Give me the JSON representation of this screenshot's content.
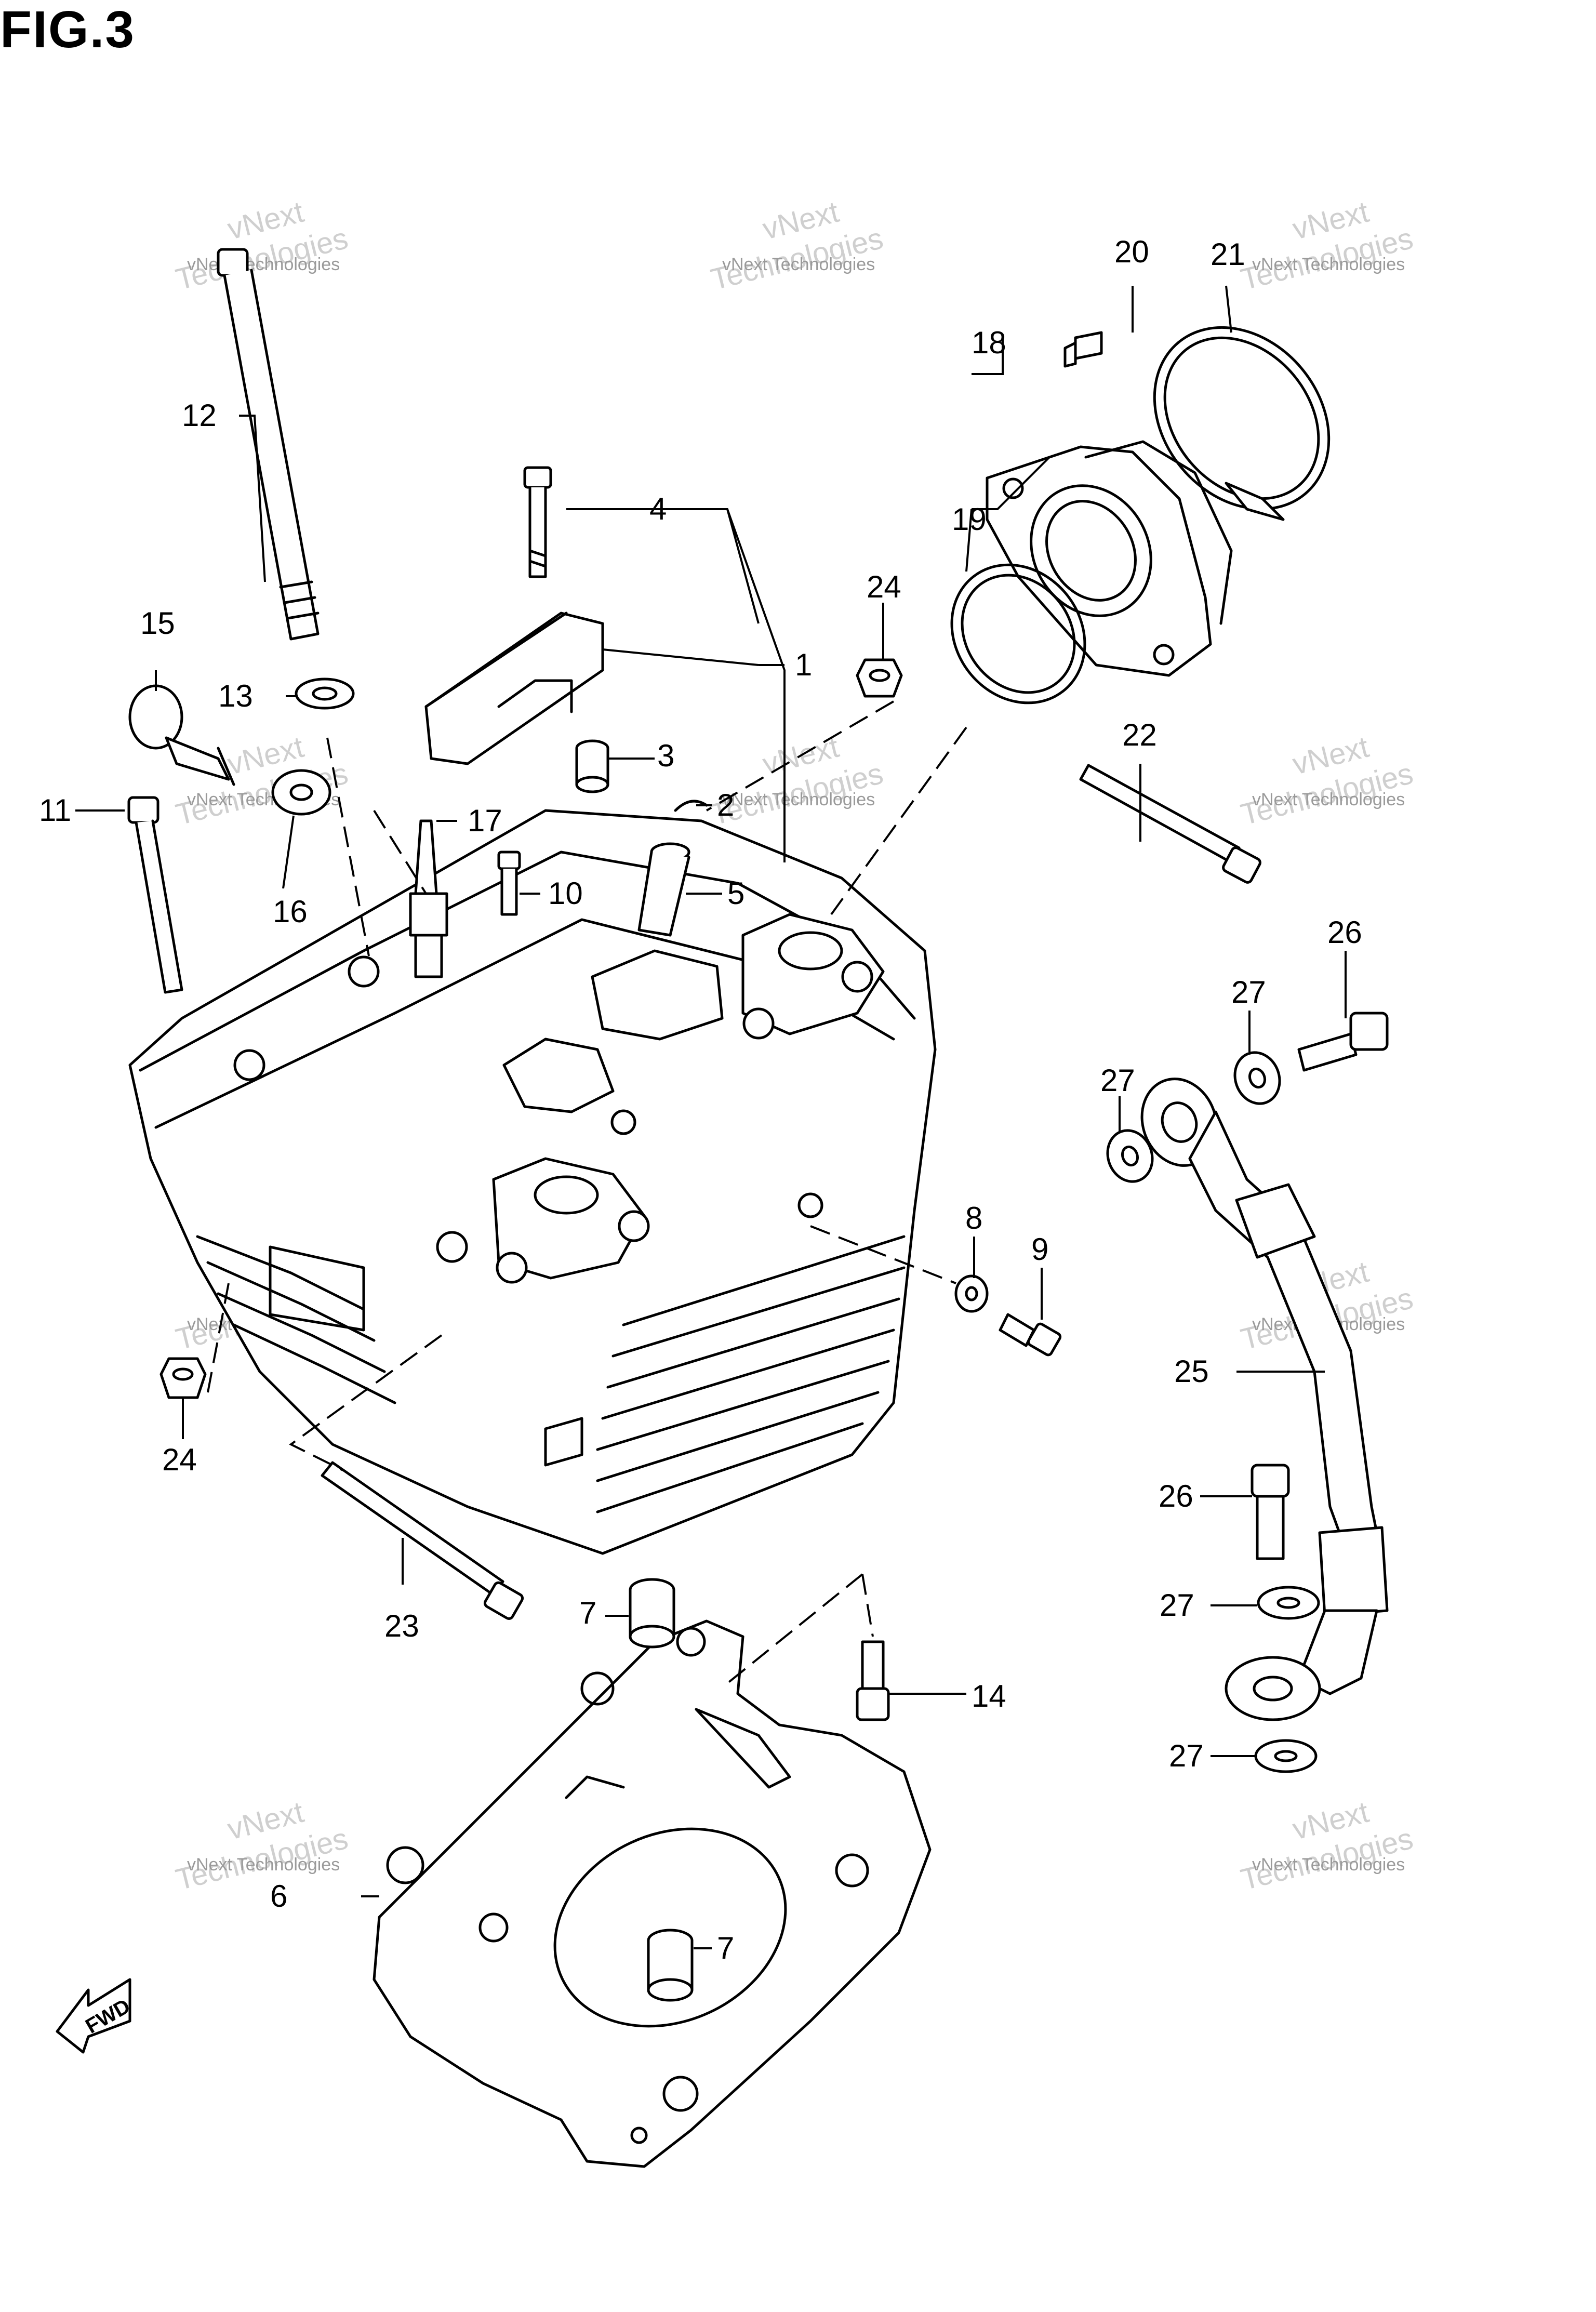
{
  "figure_title": "FIG.3",
  "watermark": {
    "line1": "vNext Technologies",
    "line2": "Technologies",
    "top": "vNext"
  },
  "fwd_label": "FWD",
  "callouts": {
    "c1": "1",
    "c2": "2",
    "c3": "3",
    "c4": "4",
    "c5": "5",
    "c6": "6",
    "c7a": "7",
    "c7b": "7",
    "c8": "8",
    "c9": "9",
    "c10": "10",
    "c11": "11",
    "c12": "12",
    "c13": "13",
    "c14": "14",
    "c15": "15",
    "c16": "16",
    "c17": "17",
    "c18": "18",
    "c19": "19",
    "c20": "20",
    "c21": "21",
    "c22": "22",
    "c23": "23",
    "c24a": "24",
    "c24b": "24",
    "c25": "25",
    "c26a": "26",
    "c26b": "26",
    "c27a": "27",
    "c27b": "27",
    "c27c": "27",
    "c27d": "27"
  }
}
